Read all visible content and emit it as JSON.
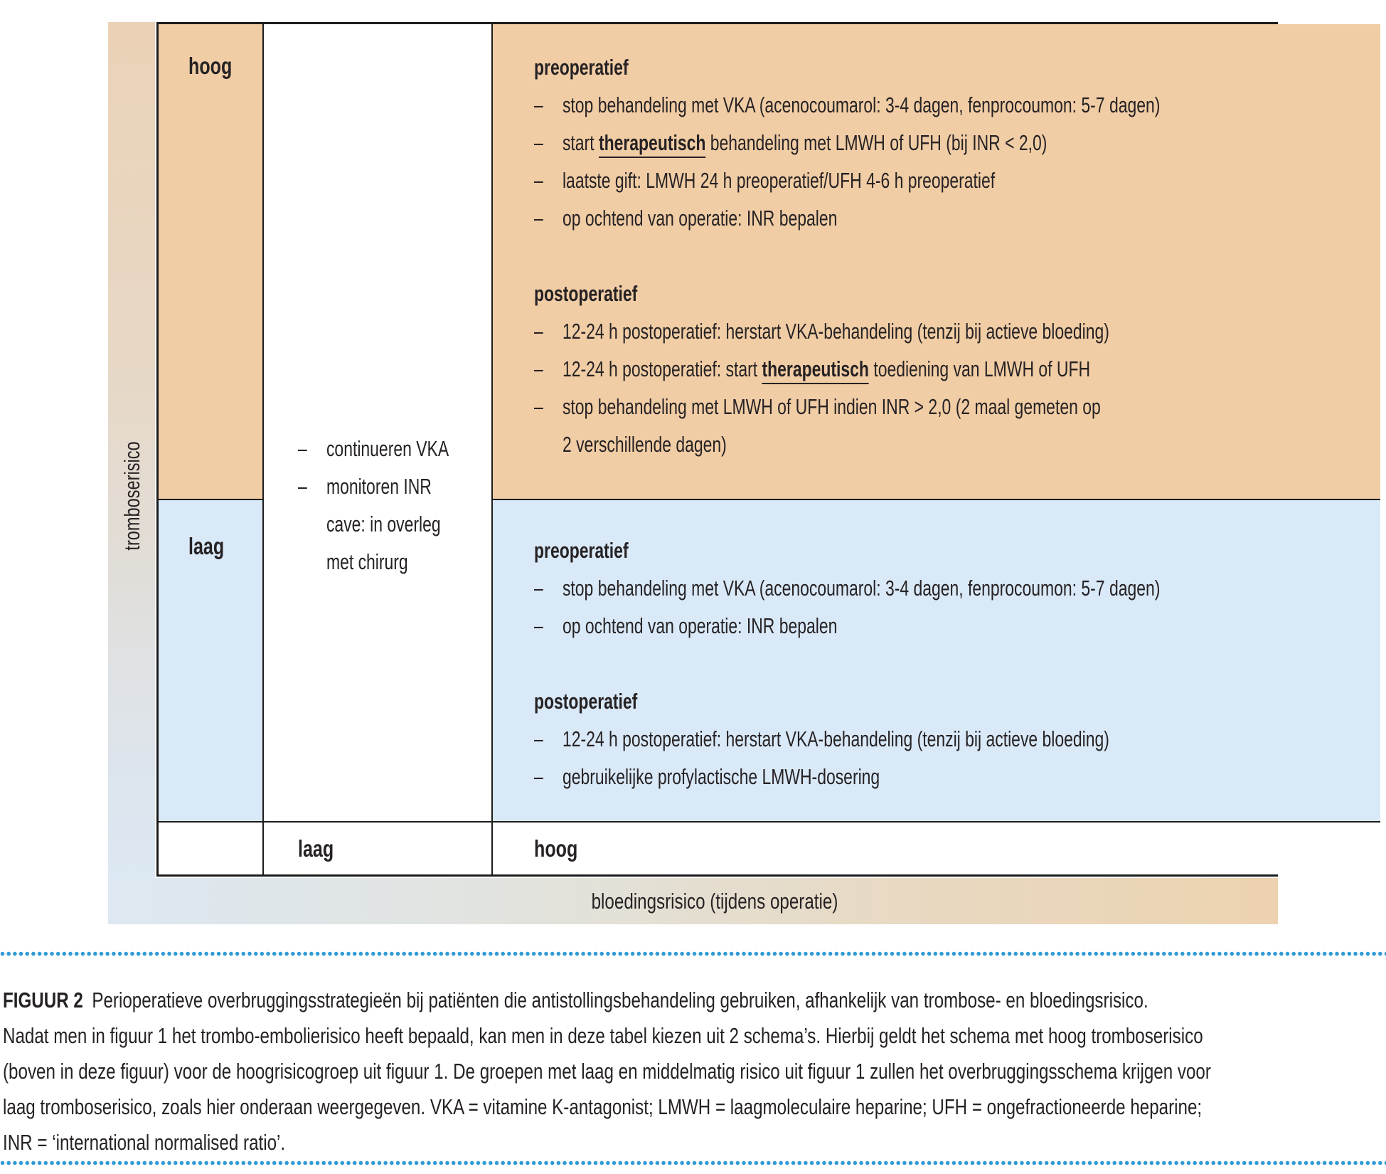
{
  "figure": {
    "y_axis_label": "tromboserisico",
    "x_axis_label": "bloedingsrisico (tijdens operatie)",
    "row_labels": {
      "high": "hoog",
      "low": "laag"
    },
    "col_labels": {
      "low": "laag",
      "high": "hoog"
    },
    "vka_cell": {
      "items": [
        {
          "dash": "–",
          "text": "continueren VKA"
        },
        {
          "dash": "–",
          "text": "monitoren INR"
        },
        {
          "dash": "",
          "text": "cave: in overleg"
        },
        {
          "dash": "",
          "text": "met chirurg"
        }
      ]
    },
    "high_cell": {
      "pre_heading": "preoperatief",
      "pre_items": [
        {
          "dash": "–",
          "text": "stop behandeling met VKA (acenocoumarol: 3-4 dagen, fenprocoumon: 5-7 dagen)"
        },
        {
          "dash": "–",
          "pre": "start ",
          "bold": "therapeutisch",
          "post": " behandeling met LMWH of UFH (bij INR < 2,0)"
        },
        {
          "dash": "–",
          "text": "laatste gift: LMWH 24 h preoperatief/UFH 4-6 h preoperatief"
        },
        {
          "dash": "–",
          "text": "op ochtend van operatie: INR bepalen"
        }
      ],
      "post_heading": "postoperatief",
      "post_items": [
        {
          "dash": "–",
          "text": "12-24 h postoperatief: herstart VKA-behandeling (tenzij bij actieve bloeding)"
        },
        {
          "dash": "–",
          "pre": "12-24 h postoperatief: start ",
          "bold": "therapeutisch",
          "post": " toediening van LMWH of UFH"
        },
        {
          "dash": "–",
          "text": "stop behandeling met LMWH of UFH indien INR > 2,0 (2 maal gemeten op",
          "text2": "2 verschillende dagen)"
        }
      ]
    },
    "low_cell": {
      "pre_heading": "preoperatief",
      "pre_items": [
        {
          "dash": "–",
          "text": "stop behandeling met VKA (acenocoumarol: 3-4 dagen, fenprocoumon: 5-7 dagen)"
        },
        {
          "dash": "–",
          "text": "op ochtend van operatie: INR bepalen"
        }
      ],
      "post_heading": "postoperatief",
      "post_items": [
        {
          "dash": "–",
          "text": "12-24 h postoperatief: herstart VKA-behandeling (tenzij bij actieve bloeding)"
        },
        {
          "dash": "–",
          "text": "gebruikelijke profylactische LMWH-dosering"
        }
      ]
    }
  },
  "caption": {
    "lines": [
      {
        "bold": "FIGUUR 2",
        "text": "Perioperatieve overbruggingsstrategieën bij patiënten die antistollingsbehandeling gebruiken, afhankelijk van trombose- en bloedingsrisico."
      },
      {
        "text": "Nadat men in figuur 1 het trombo-embolierisico heeft bepaald, kan men in deze tabel kiezen uit 2 schema’s. Hierbij geldt het schema met hoog tromboserisico"
      },
      {
        "text": "(boven in deze figuur) voor de hoogrisicogroep uit figuur 1. De groepen met laag en middelmatig risico uit figuur 1 zullen het overbruggingsschema krijgen voor"
      },
      {
        "text": "laag tromboserisico, zoals hier onderaan weergegeven. VKA = vitamine K-antagonist; LMWH = laagmoleculaire heparine; UFH = ongefractioneerde heparine;"
      },
      {
        "text": "INR = ‘international normalised ratio’."
      }
    ]
  },
  "colors": {
    "cell_high": "#f1cda5",
    "cell_low": "#d9e9f8",
    "border": "#1c1c1c",
    "text": "#262224",
    "dot_blue": "#2f9bd6",
    "strip_top": "#ebd2b6",
    "strip_bottom": "#dbe9f6",
    "bar_left": "#dde8f2",
    "bar_right": "#ecd2b0"
  }
}
